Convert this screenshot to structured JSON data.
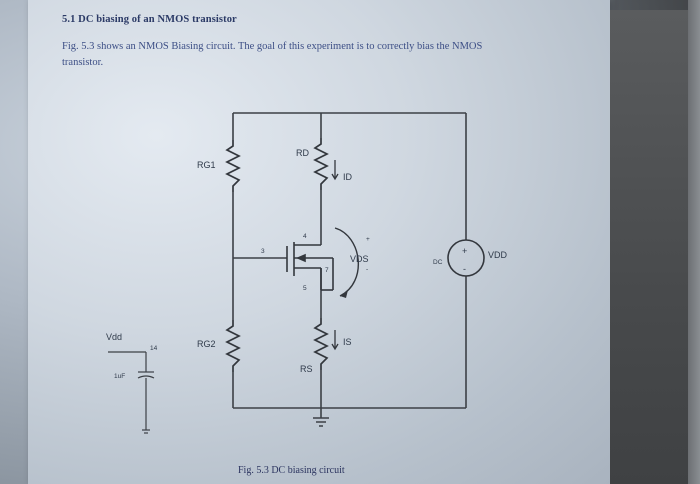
{
  "document": {
    "section_title": "5.1 DC biasing of an NMOS transistor",
    "intro_line_1": "Fig. 5.3 shows an NMOS Biasing circuit. The goal of this experiment is to correctly bias the NMOS",
    "intro_line_2": "transistor.",
    "figure_caption": "Fig. 5.3 DC biasing circuit"
  },
  "circuit": {
    "rg1_label": "RG1",
    "rd_label": "RD",
    "rg2_label": "RG2",
    "rs_label": "RS",
    "id_label": "ID",
    "is_label": "IS",
    "vds_label": "VDS",
    "vdd_label": "VDD",
    "dc_label": "DC",
    "vds_plus": "+",
    "vds_minus": "-",
    "source_plus": "+",
    "source_minus": "-",
    "node_3": "3",
    "node_4": "4",
    "node_5": "5",
    "node_7": "7"
  },
  "side_schematic": {
    "vdd_label": "Vdd",
    "node_14": "14",
    "cap_label": "1uF"
  }
}
